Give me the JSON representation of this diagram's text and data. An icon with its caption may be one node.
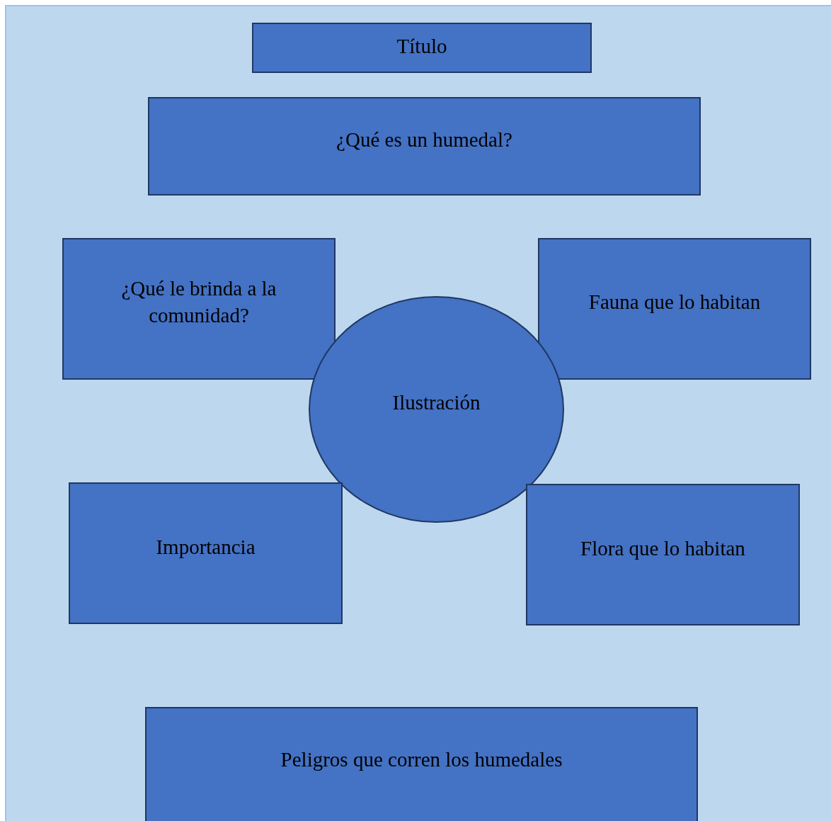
{
  "diagram": {
    "nodes": [
      {
        "text": [
          "Título"
        ]
      },
      {
        "text": [
          "¿Qué es un humedal?"
        ]
      },
      {
        "text": [
          "¿Qué le brinda a la comunidad?"
        ]
      },
      {
        "text": [
          "Fauna que lo habitan"
        ]
      },
      {
        "text": [
          "Ilustración"
        ]
      },
      {
        "text": [
          "Importancia"
        ]
      },
      {
        "text": [
          "Flora que lo habitan"
        ]
      },
      {
        "text": [
          "Peligros que corren los humedales"
        ]
      }
    ]
  }
}
